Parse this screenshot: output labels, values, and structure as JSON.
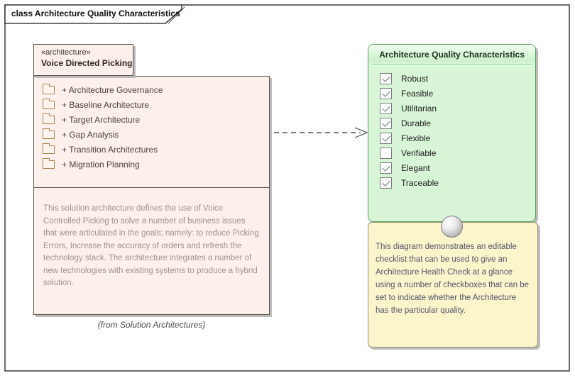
{
  "frame": {
    "title": "class Architecture Quality Characteristics"
  },
  "package": {
    "stereotype": "«architecture»",
    "name": "Voice Directed Picking",
    "items": [
      "+ Architecture Governance",
      "+ Baseline Architecture",
      "+ Target Architecture",
      "+ Gap Analysis",
      "+ Transition Architectures",
      "+ Migration Planning"
    ],
    "description": "This solution architecture defines the use of Voice Controlled Picking to solve a number of business issues that were articulated in the goals; namely: to reduce Picking Errors, Increase the accuracy of orders and refresh the technology stack. The architecture integrates a number of new technologies with existing systems to produce a hybrid solution.",
    "from_label": "(from Solution Architectures)"
  },
  "checklist": {
    "title": "Architecture Quality Characteristics",
    "items": [
      {
        "label": "Robust",
        "checked": true
      },
      {
        "label": "Feasible",
        "checked": true
      },
      {
        "label": "Utilitarian",
        "checked": true
      },
      {
        "label": "Durable",
        "checked": true
      },
      {
        "label": "Flexible",
        "checked": true
      },
      {
        "label": "Verifiable",
        "checked": false
      },
      {
        "label": "Elegant",
        "checked": true
      },
      {
        "label": "Traceable",
        "checked": true
      }
    ]
  },
  "note": {
    "text": "This diagram demonstrates an editable checklist that can be used to give an Architecture Health Check at a glance using a number of checkboxes that can be set to indicate whether the Architecture has the particular quality."
  },
  "colors": {
    "package_fill": "#fcf0ec",
    "package_border": "#5d544f",
    "folder_icon": "#a8824e",
    "description_text": "#a29086",
    "checklist_fill": "#d8f5d8",
    "checklist_border": "#57a057",
    "note_fill": "#fbf5cc",
    "note_border": "#92926e",
    "shadow": "#bcbcbc",
    "arrow": "#555555"
  }
}
